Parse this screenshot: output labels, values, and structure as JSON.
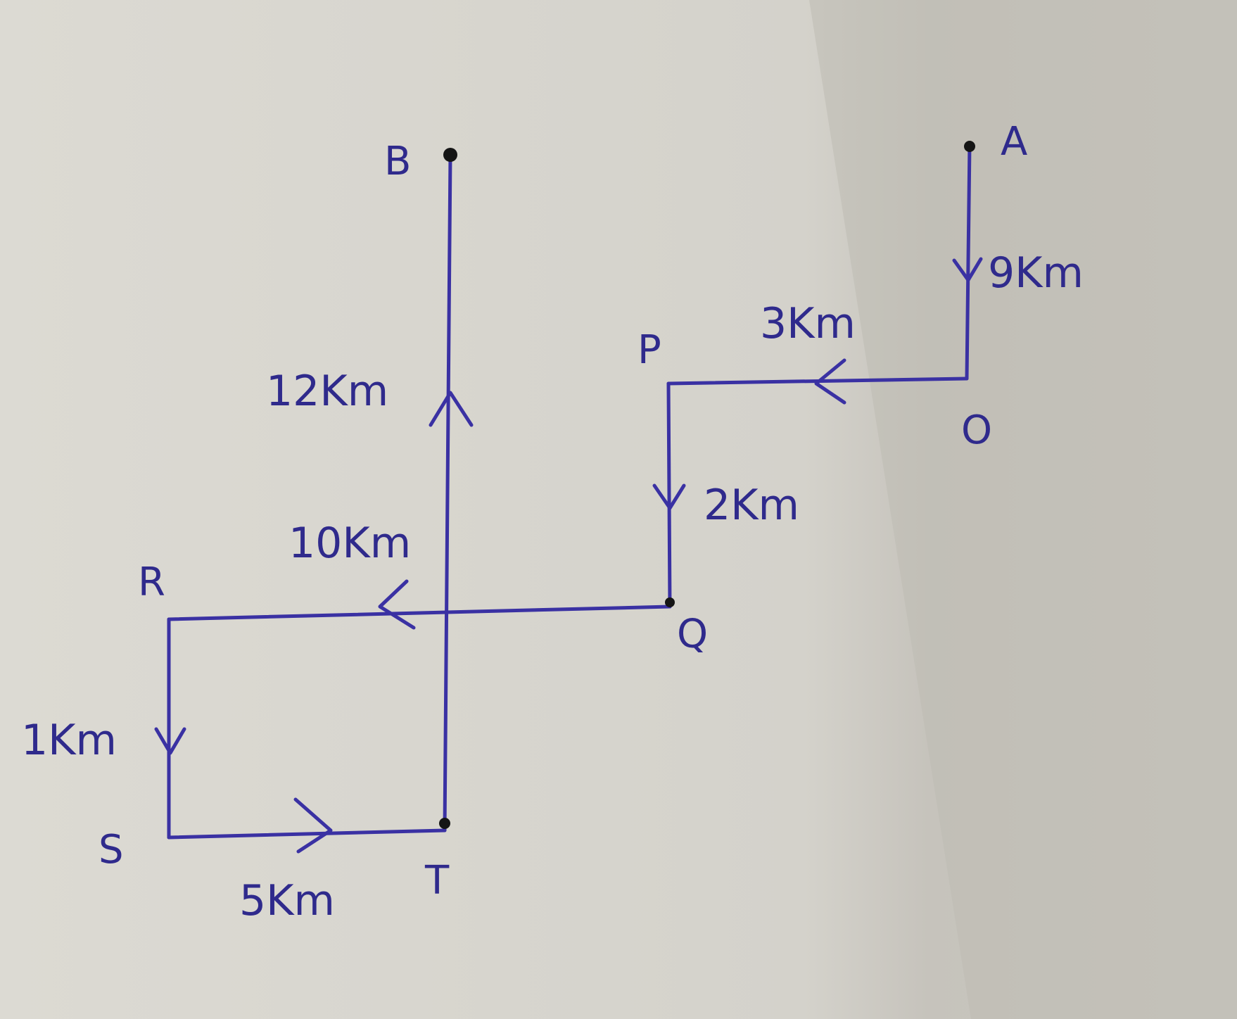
{
  "points": {
    "A": "A",
    "O": "O",
    "P": "P",
    "Q": "Q",
    "R": "R",
    "S": "S",
    "T": "T",
    "B": "B"
  },
  "segments": {
    "AO": "9Km",
    "OP": "3Km",
    "PQ": "2Km",
    "QR": "10Km",
    "RS": "1Km",
    "ST": "5Km",
    "TB": "12Km"
  },
  "colors": {
    "ink": "#3a31a3",
    "paper": "#d8d5ce",
    "dot": "#151515"
  }
}
